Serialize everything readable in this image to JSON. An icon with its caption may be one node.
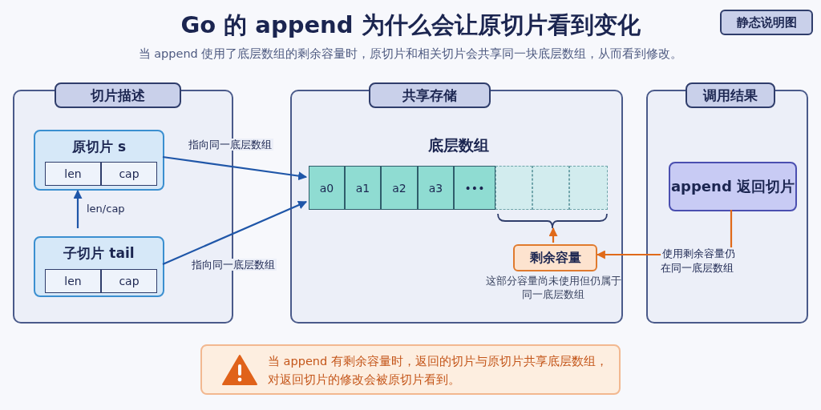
{
  "diagram": {
    "title": "Go 的 append 为什么会让原切片看到变化",
    "nodes": [
      {
        "text": [],
        "shape": "box"
      },
      {
        "text": [
          "切片描述"
        ]
      },
      {
        "text": [
          "原切片 s"
        ],
        "in": 0
      },
      {
        "text": [
          "len"
        ],
        "in": 2
      },
      {
        "text": [
          "cap"
        ],
        "in": 2
      },
      {
        "text": [
          "子切片 tail"
        ],
        "in": 0
      },
      {
        "text": [
          "len"
        ],
        "in": 5
      },
      {
        "text": [
          "cap"
        ],
        "in": 5
      },
      {
        "text": [],
        "shape": "box"
      },
      {
        "text": [
          "共享存储"
        ]
      },
      {
        "text": [
          "底层数组"
        ],
        "in": 8
      },
      {
        "text": [
          "a0"
        ],
        "in": 10
      },
      {
        "text": [
          "a1"
        ],
        "in": 10
      },
      {
        "text": [
          "a2"
        ],
        "in": 10
      },
      {
        "text": [
          "a3"
        ],
        "in": 10
      },
      {
        "text": [
          "•••"
        ],
        "in": 10
      },
      {
        "text": [],
        "shape": "box",
        "in": 10
      },
      {
        "text": [],
        "shape": "box",
        "in": 10
      },
      {
        "text": [],
        "shape": "box",
        "in": 10
      },
      {
        "text": [],
        "shape": "brace",
        "in": 8
      },
      {
        "text": [
          "剩余容量"
        ],
        "in": 8,
        "beside": [
          "这部分容量尚未使用但仍属于同一底层数组"
        ]
      },
      {
        "text": [],
        "shape": "box"
      },
      {
        "text": [
          "调用结果"
        ]
      },
      {
        "text": [
          "append 返回切片"
        ],
        "in": 21
      },
      {
        "text": [
          "当 append 有剩余容量时，返回的切片与原切片共享底层数组，对返回切片的修改会被原切片看到。"
        ]
      },
      {
        "text": [
          "静态说明图"
        ]
      }
    ],
    "edges": [
      {
        "from": 2,
        "to": 10,
        "arrow": "to",
        "label": "指向同一底层数组"
      },
      {
        "from": 5,
        "to": 10,
        "arrow": "to",
        "label": "指向同一底层数组"
      },
      {
        "from": 5,
        "to": 2,
        "arrow": "to",
        "label": "len/cap"
      },
      {
        "from": 20,
        "to": 19,
        "arrow": "to",
        "color": "#e06a1a"
      },
      {
        "from": 23,
        "to": 20,
        "arrow": "to",
        "label": "使用剩余容量仍在同一底层数组",
        "color": "#e06a1a"
      }
    ],
    "labels": [
      "当 append 使用了底层数组的剩余容量时，原切片和相关切片会共享同一块底层数组，从而看到修改。"
    ]
  }
}
